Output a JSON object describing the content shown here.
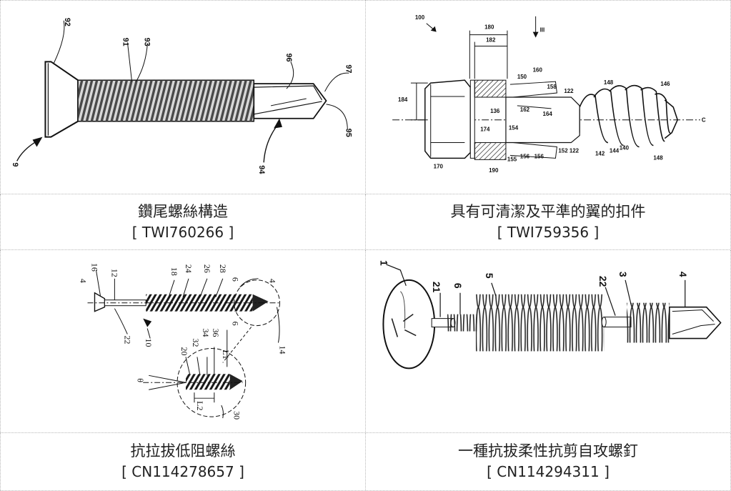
{
  "patents": [
    {
      "title": "鑽尾螺絲構造",
      "number": "[ TWI760266 ]",
      "figure_labels": {
        "head": "92",
        "thread_a": "91",
        "thread_b": "93",
        "drill": "96",
        "tip": "97",
        "tip_edge": "95",
        "shank": "94",
        "whole": "9"
      }
    },
    {
      "title": "具有可清潔及平準的翼的扣件",
      "number": "[ TWI759356 ]",
      "figure_labels": {
        "ref": "100",
        "w180": "180",
        "w182": "182",
        "view": "III",
        "l150": "150",
        "l160": "160",
        "l158": "158",
        "l122": "122",
        "l148": "148",
        "l146": "146",
        "l184": "184",
        "l136": "136",
        "l162": "162",
        "l164": "164",
        "l174": "174",
        "l154": "154",
        "axis": "C",
        "l170": "170",
        "l190": "190",
        "l155": "155",
        "l156": "156",
        "l156b": "156",
        "l152": "152 122",
        "l142": "142",
        "l144": "144",
        "l140": "140",
        "l148b": "148"
      }
    },
    {
      "title": "抗拉拔低阻螺絲",
      "number": "[ CN114278657 ]",
      "figure_labels": {
        "l16": "16",
        "l12": "12",
        "l18": "18",
        "l24": "24",
        "l26": "26",
        "l28": "28",
        "l6a": "6",
        "l4a": "4",
        "l4b": "4",
        "l6b": "6",
        "l22": "22",
        "l10": "10",
        "l14": "14",
        "l20": "20",
        "l32": "32",
        "l34": "34",
        "l36": "36",
        "l1": "L1",
        "l2": "L2",
        "theta": "θ",
        "l30": "30"
      }
    },
    {
      "title": "一種抗拔柔性抗剪自攻螺釘",
      "number": "[ CN114294311 ]",
      "figure_labels": {
        "l1": "1",
        "l21": "21",
        "l6": "6",
        "l5": "5",
        "l22": "22",
        "l3": "3",
        "l4": "4"
      }
    }
  ]
}
